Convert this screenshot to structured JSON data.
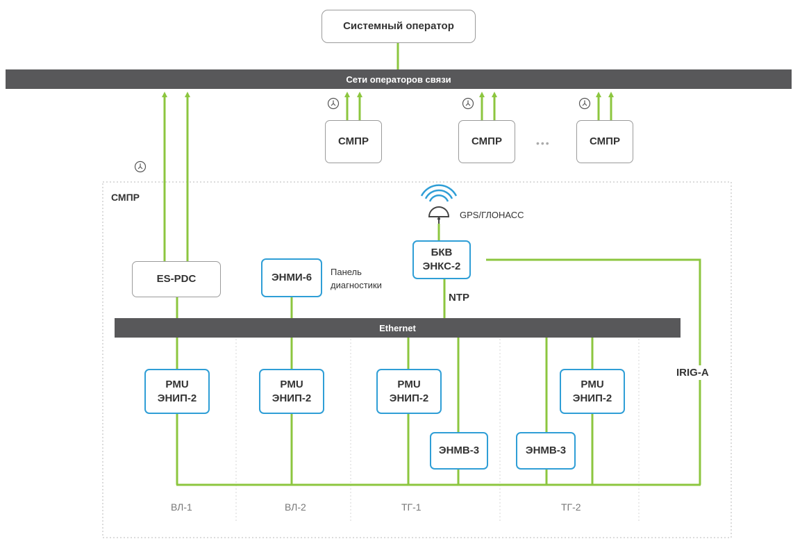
{
  "nodes": {
    "system_operator": "Системный оператор",
    "telecom_networks": "Сети операторов связи",
    "smpr_remote_1": "СМПР",
    "smpr_remote_2": "СМПР",
    "smpr_remote_3": "СМПР",
    "ellipsis": "•••",
    "smpr_area_label": "СМПР",
    "gnss_label": "GPS/ГЛОНАСС",
    "bkv": {
      "line1": "БКВ",
      "line2": "ЭНКС-2"
    },
    "es_pdc": "ES-PDC",
    "enmi": "ЭНМИ-6",
    "diag_panel": {
      "line1": "Панель",
      "line2": "диагностики"
    },
    "ntp": "NTP",
    "ethernet": "Ethernet",
    "irig": "IRIG-A",
    "pmu": [
      {
        "line1": "PMU",
        "line2": "ЭНИП-2"
      },
      {
        "line1": "PMU",
        "line2": "ЭНИП-2"
      },
      {
        "line1": "PMU",
        "line2": "ЭНИП-2"
      },
      {
        "line1": "PMU",
        "line2": "ЭНИП-2"
      }
    ],
    "enmv": [
      "ЭНМВ-3",
      "ЭНМВ-3"
    ]
  },
  "sections": [
    "ВЛ-1",
    "ВЛ-2",
    "ТГ-1",
    "ТГ-2"
  ],
  "colors": {
    "link": "#8cc63f",
    "device_border": "#2f9ed6",
    "bus": "#58585a",
    "node_border": "#9a9a9a",
    "zone_border": "#cfcfcf"
  },
  "icons": [
    "clock-icon",
    "gnss-antenna-icon",
    "wireless-signal-icon"
  ]
}
